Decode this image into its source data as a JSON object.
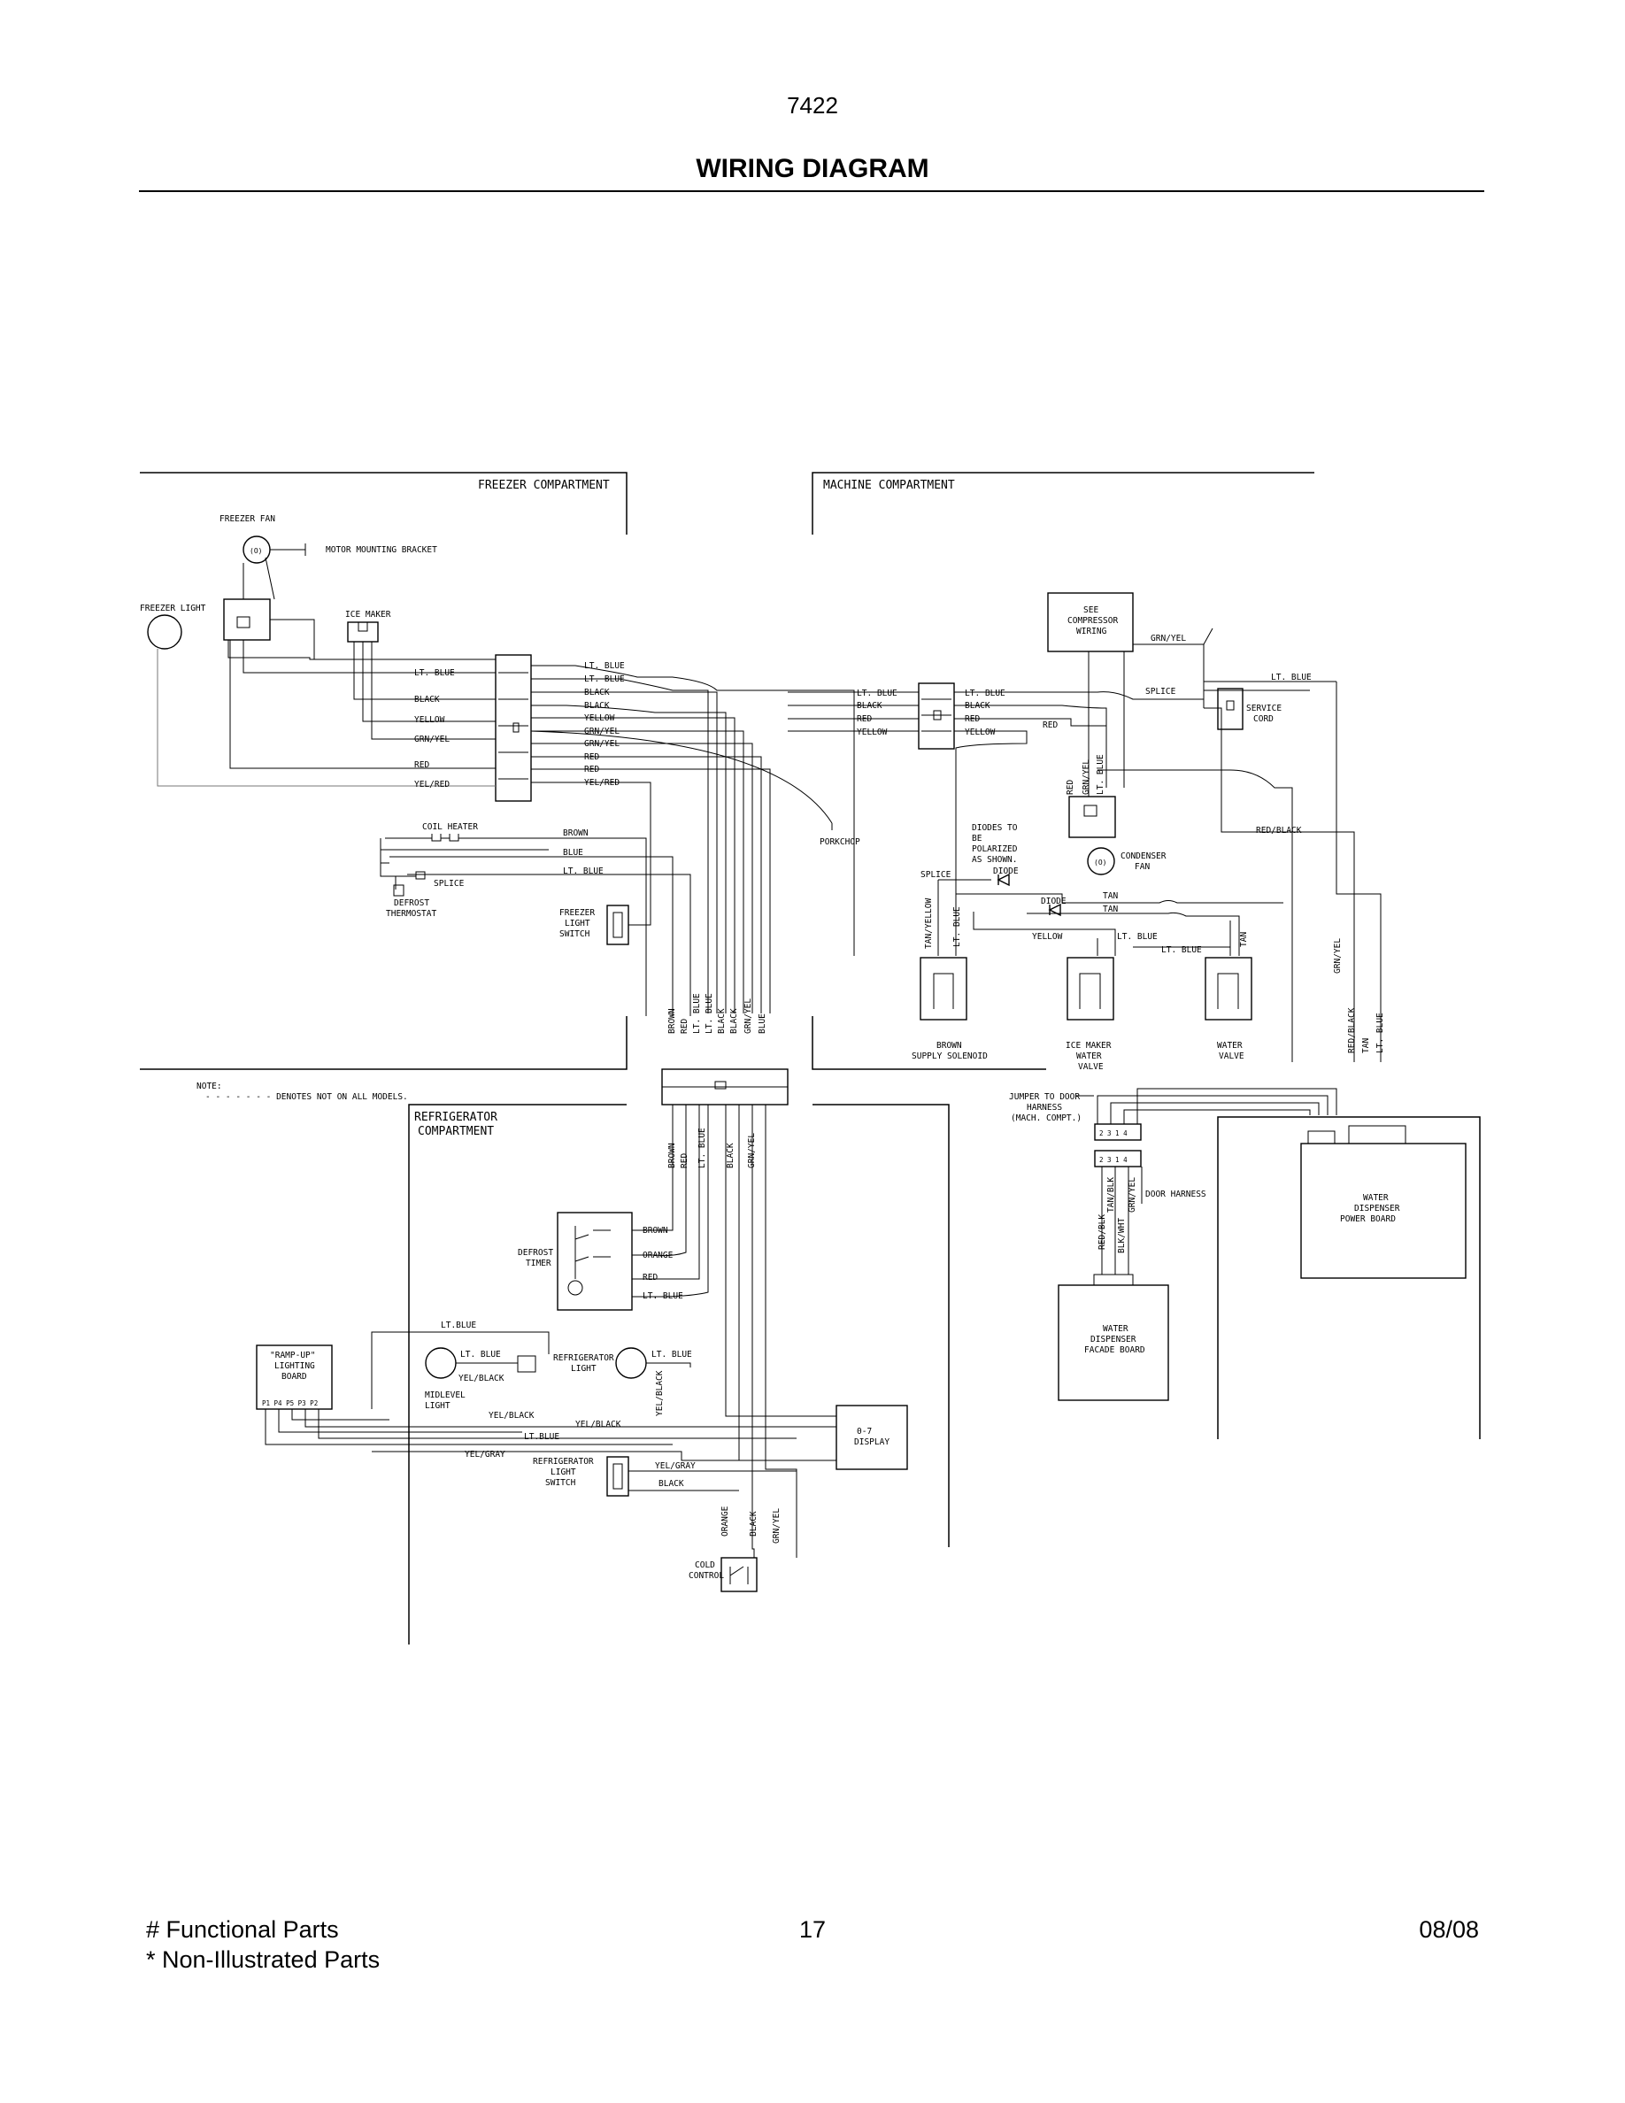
{
  "header": {
    "model_number": "7422",
    "title": "WIRING DIAGRAM"
  },
  "footer": {
    "legend_functional": "# Functional Parts",
    "legend_non_illustrated": "* Non-Illustrated Parts",
    "page_number": "17",
    "date": "08/08"
  },
  "compartments": {
    "freezer": "FREEZER COMPARTMENT",
    "machine": "MACHINE COMPARTMENT",
    "refrigerator_1": "REFRIGERATOR",
    "refrigerator_2": "COMPARTMENT"
  },
  "note": {
    "title": "NOTE:",
    "text": "- - - - - - - DENOTES NOT ON ALL MODELS."
  },
  "components": {
    "freezer_fan": "FREEZER FAN",
    "motor_bracket": "MOTOR MOUNTING BRACKET",
    "freezer_light": "FREEZER LIGHT",
    "ice_maker": "ICE MAKER",
    "coil_heater": "COIL HEATER",
    "splice": "SPLICE",
    "defrost_thermostat_1": "DEFROST",
    "defrost_thermostat_2": "THERMOSTAT",
    "freezer_light_switch_1": "FREEZER",
    "freezer_light_switch_2": "LIGHT",
    "freezer_light_switch_3": "SWITCH",
    "porkchop": "PORKCHOP",
    "see_compressor_1": "SEE",
    "see_compressor_2": "COMPRESSOR",
    "see_compressor_3": "WIRING",
    "service_cord_1": "SERVICE",
    "service_cord_2": "CORD",
    "condenser_fan_1": "CONDENSER",
    "condenser_fan_2": "FAN",
    "diodes_note_1": "DIODES TO",
    "diodes_note_2": "BE",
    "diodes_note_3": "POLARIZED",
    "diodes_note_4": "AS SHOWN.",
    "diode": "DIODE",
    "brown_solenoid_1": "BROWN",
    "brown_solenoid_2": "SUPPLY SOLENOID",
    "ice_valve_1": "ICE MAKER",
    "ice_valve_2": "WATER",
    "ice_valve_3": "VALVE",
    "water_valve_1": "WATER",
    "water_valve_2": "VALVE",
    "jumper_1": "JUMPER TO DOOR",
    "jumper_2": "HARNESS",
    "jumper_3": "(MACH. COMPT.)",
    "door_harness": "DOOR HARNESS",
    "power_board_1": "WATER",
    "power_board_2": "DISPENSER",
    "power_board_3": "POWER BOARD",
    "facade_1": "WATER",
    "facade_2": "DISPENSER",
    "facade_3": "FACADE BOARD",
    "defrost_timer_1": "DEFROST",
    "defrost_timer_2": "TIMER",
    "rampup_1": "\"RAMP-UP\"",
    "rampup_2": "LIGHTING",
    "rampup_3": "BOARD",
    "rampup_pins": "P1 P4 P5 P3 P2",
    "midlevel_1": "MIDLEVEL",
    "midlevel_2": "LIGHT",
    "ref_light_1": "REFRIGERATOR",
    "ref_light_2": "LIGHT",
    "ref_switch_1": "REFRIGERATOR",
    "ref_switch_2": "LIGHT",
    "ref_switch_3": "SWITCH",
    "display_1": "0-7",
    "display_2": "DISPLAY",
    "cold_control_1": "COLD",
    "cold_control_2": "CONTROL",
    "connector_pins": "2  3  1  4"
  },
  "wire_colors": {
    "lt_blue": "LT. BLUE",
    "ltblue_nospace": "LT.BLUE",
    "black": "BLACK",
    "yellow": "YELLOW",
    "grn_yel": "GRN/YEL",
    "red": "RED",
    "yel_red": "YEL/RED",
    "brown": "BROWN",
    "blue": "BLUE",
    "orange": "ORANGE",
    "tan": "TAN",
    "tan_yellow": "TAN/YELLOW",
    "red_black": "RED/BLACK",
    "yel_black": "YEL/BLACK",
    "yel_gray": "YEL/GRAY",
    "red_blk": "RED/BLK",
    "blk_wht": "BLK/WHT",
    "tan_blk": "TAN/BLK"
  }
}
